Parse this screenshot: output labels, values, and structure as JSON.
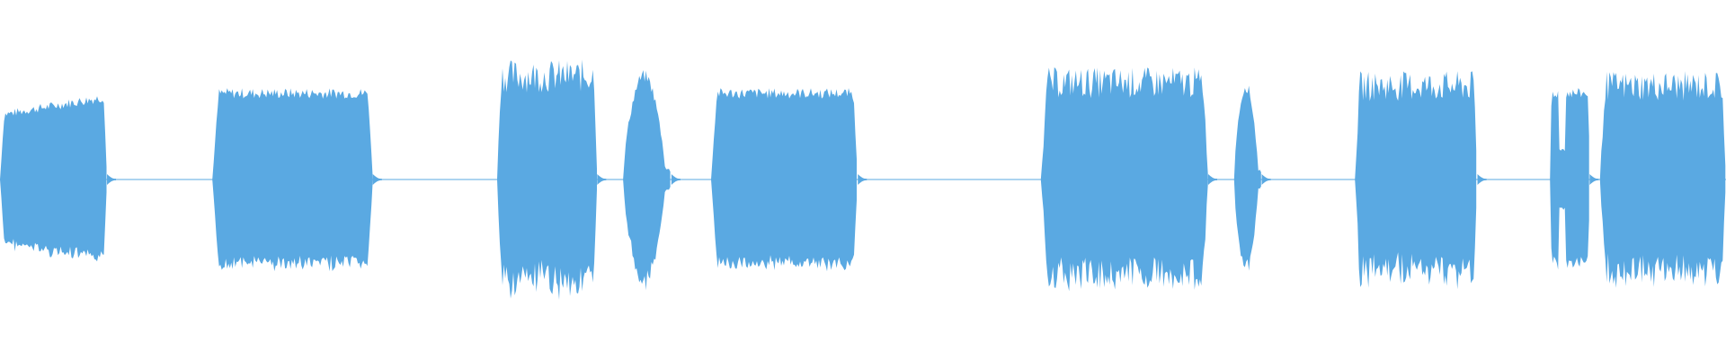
{
  "waveform": {
    "color": "#5aa9e2",
    "background": "#ffffff",
    "duration_fraction": 1.0,
    "segments": [
      {
        "start": 0.0,
        "end": 0.062,
        "level": 0.48,
        "shape": "swell"
      },
      {
        "start": 0.123,
        "end": 0.216,
        "level": 0.5,
        "shape": "flat"
      },
      {
        "start": 0.288,
        "end": 0.346,
        "level": 0.62,
        "shape": "jagged"
      },
      {
        "start": 0.361,
        "end": 0.389,
        "level": 0.6,
        "shape": "peak"
      },
      {
        "start": 0.412,
        "end": 0.497,
        "level": 0.5,
        "shape": "flat"
      },
      {
        "start": 0.603,
        "end": 0.7,
        "level": 0.58,
        "shape": "jagged"
      },
      {
        "start": 0.715,
        "end": 0.731,
        "level": 0.54,
        "shape": "peak"
      },
      {
        "start": 0.785,
        "end": 0.856,
        "level": 0.56,
        "shape": "jagged"
      },
      {
        "start": 0.898,
        "end": 0.921,
        "level": 0.5,
        "shape": "double"
      },
      {
        "start": 0.927,
        "end": 1.0,
        "level": 0.56,
        "shape": "jagged"
      }
    ]
  }
}
